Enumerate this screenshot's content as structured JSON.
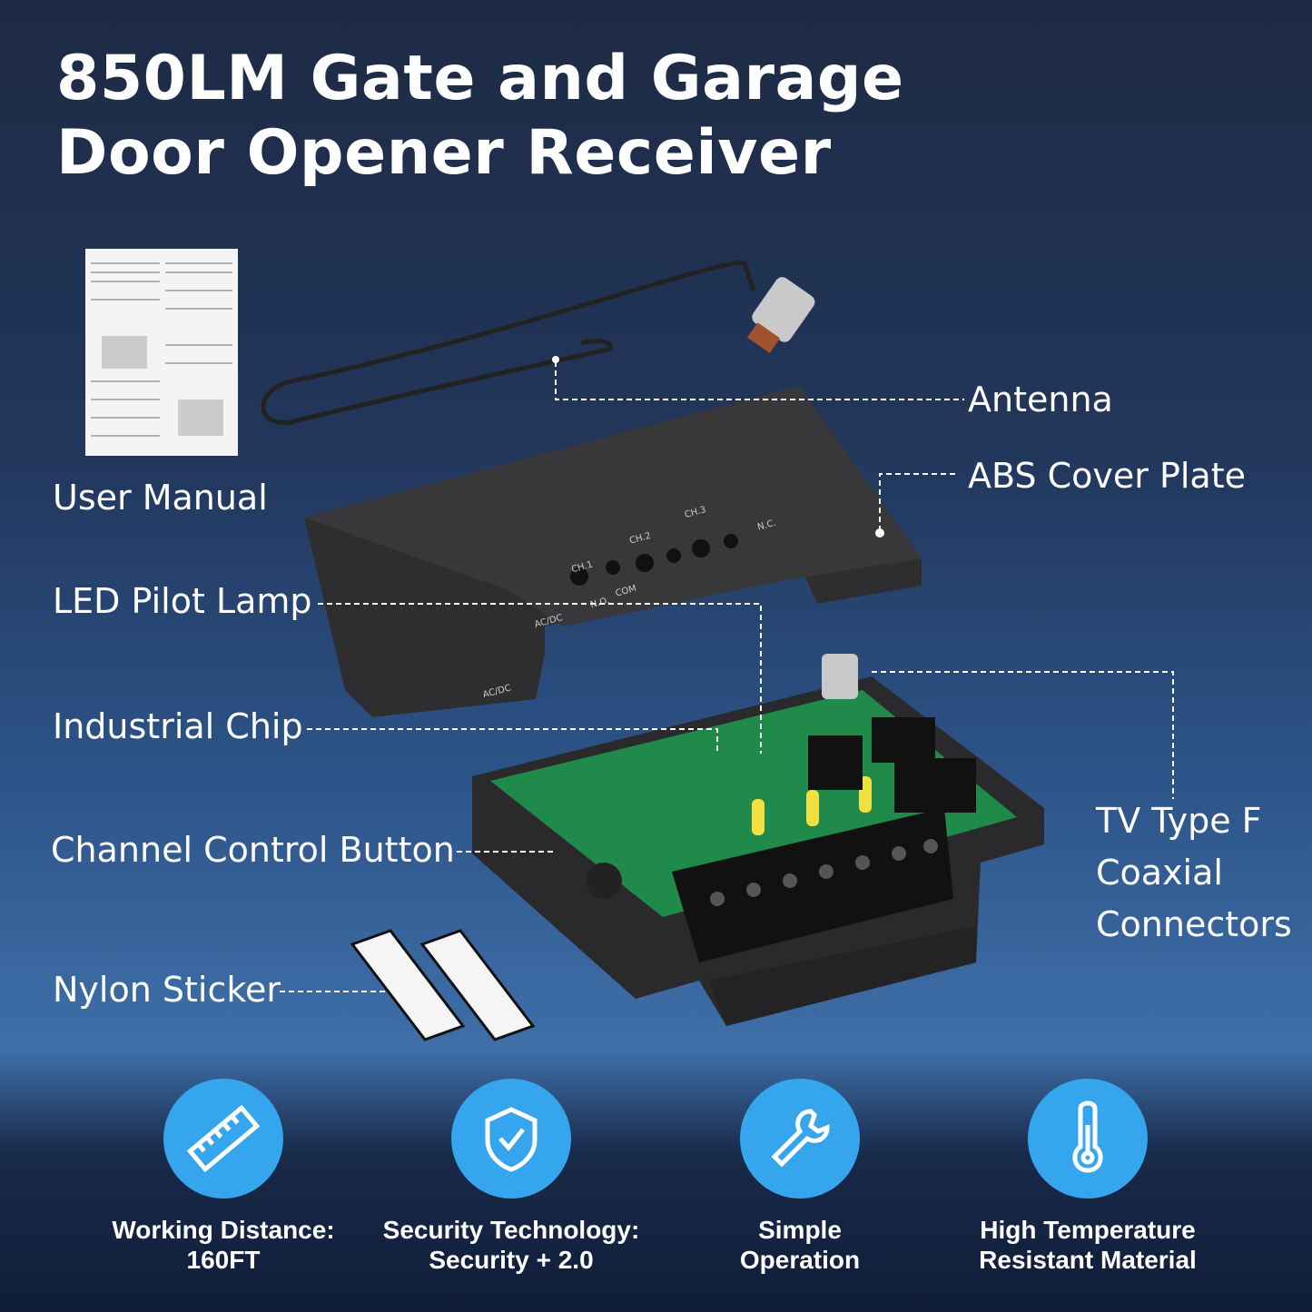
{
  "title": {
    "line1": "850LM Gate and Garage",
    "line2": "Door Opener Receiver"
  },
  "callouts": {
    "antenna": "Antenna",
    "cover_plate": "ABS Cover Plate",
    "user_manual": "User Manual",
    "led_pilot_lamp": "LED Pilot Lamp",
    "industrial_chip": "Industrial Chip",
    "channel_control_button": "Channel Control Button",
    "nylon_sticker": "Nylon Sticker",
    "coax_line1": "TV Type F",
    "coax_line2": "Coaxial",
    "coax_line3": "Connectors"
  },
  "cover_imprint": {
    "ch1": "CH.1",
    "ch2": "CH.2",
    "ch3": "CH.3",
    "acdc": "AC/DC",
    "no": "N.O.",
    "com": "COM",
    "nc": "N.C."
  },
  "features": [
    {
      "icon": "ruler-icon",
      "line1": "Working Distance:",
      "line2": "160FT"
    },
    {
      "icon": "shield-check-icon",
      "line1": "Security Technology:",
      "line2": "Security + 2.0"
    },
    {
      "icon": "wrench-icon",
      "line1": "Simple",
      "line2": "Operation"
    },
    {
      "icon": "thermometer-icon",
      "line1": "High Temperature",
      "line2": "Resistant Material"
    }
  ],
  "colors": {
    "accent": "#35a6ee",
    "pcb": "#1f8a4a",
    "housing": "#2b2b2d"
  }
}
